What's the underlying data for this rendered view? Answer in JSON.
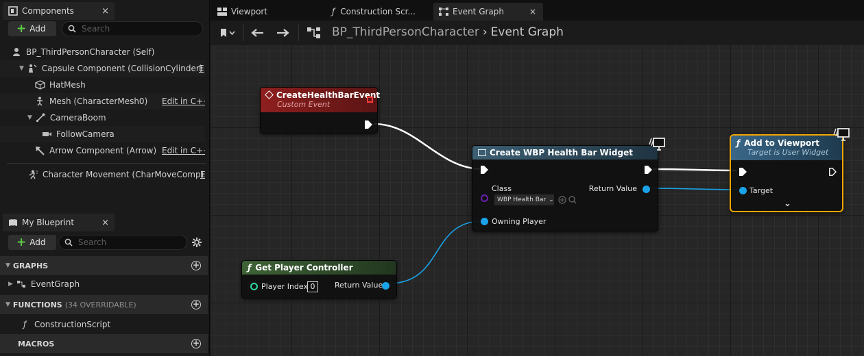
{
  "components_panel": {
    "tab_label": "Components",
    "close": "×",
    "add_label": "Add",
    "search_placeholder": "Search",
    "tree": [
      {
        "label": "BP_ThirdPersonCharacter (Self)",
        "icon": "pawn-icon"
      },
      {
        "label": "Capsule Component (CollisionCylinder)",
        "icon": "capsule-icon",
        "edit": "E"
      },
      {
        "label": "HatMesh",
        "icon": "static-mesh-icon"
      },
      {
        "label": "Mesh (CharacterMesh0)",
        "icon": "skeletal-mesh-icon",
        "edit": "Edit in C++"
      },
      {
        "label": "CameraBoom",
        "icon": "spring-arm-icon"
      },
      {
        "label": "FollowCamera",
        "icon": "camera-icon"
      },
      {
        "label": "Arrow Component (Arrow)",
        "icon": "arrow-icon",
        "edit": "Edit in C++"
      },
      {
        "label": "Character Movement (CharMoveComp)",
        "icon": "movement-icon",
        "edit": "E"
      }
    ]
  },
  "blueprint_panel": {
    "tab_label": "My Blueprint",
    "close": "×",
    "add_label": "Add",
    "search_placeholder": "Search",
    "sections": {
      "graphs": "GRAPHS",
      "functions": "FUNCTIONS",
      "functions_sub": "(34 OVERRIDABLE)",
      "macros": "MACROS"
    },
    "graph_items": [
      "EventGraph"
    ],
    "function_items": [
      "ConstructionScript"
    ]
  },
  "tabs": [
    {
      "label": "Viewport",
      "icon": "viewport-icon"
    },
    {
      "label": "Construction Scr...",
      "icon": "function-icon"
    },
    {
      "label": "Event Graph",
      "icon": "graph-icon",
      "active": true
    }
  ],
  "tab_close": "×",
  "breadcrumb": {
    "root": "BP_ThirdPersonCharacter",
    "sep": "›",
    "current": "Event Graph"
  },
  "nodes": {
    "event": {
      "title": "CreateHealthBarEvent",
      "subtitle": "Custom Event",
      "color": "#7a1c1c"
    },
    "create_widget": {
      "title": "Create WBP Health Bar Widget",
      "class_label": "Class",
      "class_value": "WBP Health Bar",
      "owning_label": "Owning Player",
      "return_label": "Return Value",
      "color": "#2e4a5a"
    },
    "add_viewport": {
      "title": "Add to Viewport",
      "subtitle": "Target is User Widget",
      "target_label": "Target",
      "color": "#2d5570"
    },
    "get_pc": {
      "title": "Get Player Controller",
      "index_label": "Player Index",
      "index_value": "0",
      "return_label": "Return Value",
      "color": "#34502e"
    }
  },
  "colors": {
    "exec": "#ffffff",
    "object_pin": "#1aa3e8",
    "int_pin": "#2fd9a8",
    "class_pin": "#6a1fb0",
    "selection": "#f2a600"
  }
}
